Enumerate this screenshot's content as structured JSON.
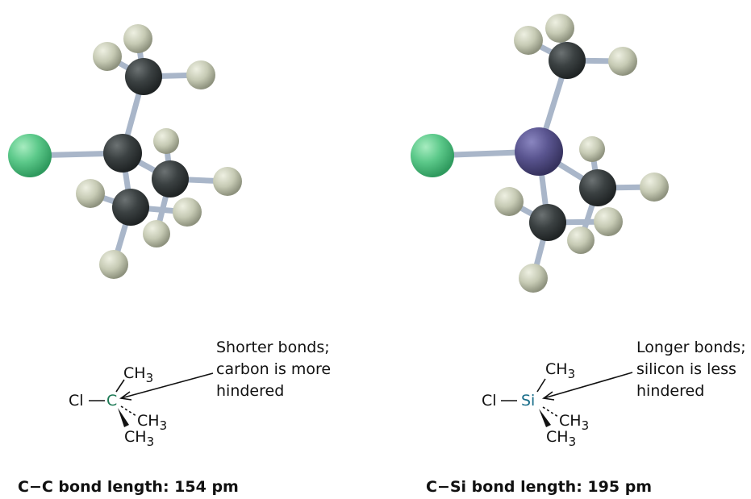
{
  "colors": {
    "carbon": "#3a3f40",
    "hydrogen": "#c9cdb8",
    "chlorine": "#5cc98a",
    "silicon": "#5a5590",
    "bond": "#a9b6c9",
    "central_c_text": "#1d7a55",
    "central_si_text": "#1a6e8a"
  },
  "left": {
    "formula": {
      "cl": "Cl",
      "center": "C",
      "ch3_top": "CH",
      "ch3_right": "CH",
      "ch3_bottom": "CH",
      "sub": "3"
    },
    "note_lines": [
      "Shorter bonds;",
      "carbon is more",
      "hindered"
    ],
    "caption": "C−C bond length:  154 pm"
  },
  "right": {
    "formula": {
      "cl": "Cl",
      "center": "Si",
      "ch3_top": "CH",
      "ch3_right": "CH",
      "ch3_bottom": "CH",
      "sub": "3"
    },
    "note_lines": [
      "Longer bonds;",
      "silicon is less",
      "hindered"
    ],
    "caption": "C−Si bond length:  195 pm"
  }
}
